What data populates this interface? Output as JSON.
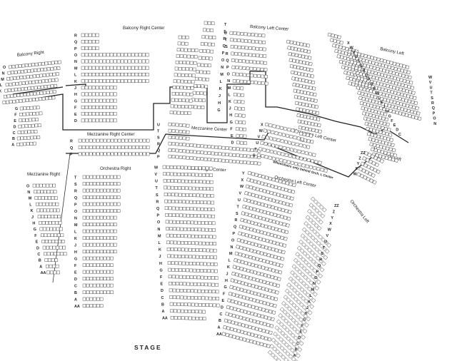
{
  "stage_label": "STAGE",
  "wheelchair_note": "Wheelchairs only behind Orch. L Center",
  "sections": {
    "balcony_right_center": "Balcony Right Center",
    "balcony_left_center": "Balcony Left Center",
    "balcony_right": "Balcony Right",
    "balcony_left": "Balcony Left",
    "mezzanine_right_center": "Mezzanine Right Center",
    "mezzanine_center": "Mezzanine Center",
    "mezzanine_left_center": "Mezzanine Left Center",
    "mezzanine_right": "Mezzanine Right",
    "mezzanine_left": "Mezzanine Left",
    "orchestra_right": "Orchestra Right",
    "orchestra_right_center": "Orchestra Right Center",
    "orchestra_left_center": "Orchestra Left Center",
    "orchestra_left": "Orchestra Left"
  },
  "rows": {
    "balcony_right_center": [
      "R",
      "Q",
      "P",
      "O",
      "N",
      "M",
      "L",
      "K",
      "J",
      "H",
      "G",
      "F",
      "E",
      "D"
    ],
    "balcony_center_narrow": [
      "T",
      "S",
      "R",
      "Q",
      "P",
      "O",
      "N",
      "M",
      "L",
      "K",
      "J",
      "H",
      "G"
    ],
    "balcony_left_center": [
      "U",
      "T",
      "S",
      "R",
      "Q",
      "P",
      "O",
      "N",
      "M",
      "L",
      "K",
      "J",
      "H",
      "G",
      "F",
      "E",
      "D"
    ],
    "balcony_right": [
      "O",
      "N",
      "M",
      "L",
      "K",
      "J",
      "H"
    ],
    "balcony_right_front": [
      "G",
      "F",
      "E",
      "D",
      "C",
      "B",
      "A"
    ],
    "balcony_left": [
      "X",
      "W",
      "V",
      "U",
      "T",
      "S",
      "R",
      "Q",
      "P",
      "O",
      "N",
      "M",
      "L",
      "K",
      "J",
      "H",
      "G",
      "F",
      "E",
      "D",
      "C"
    ],
    "balcony_left_outer": [
      "W",
      "V",
      "U",
      "T",
      "S",
      "R",
      "Q",
      "P",
      "O",
      "N"
    ],
    "mezzanine_right_center": [
      "R",
      "Q",
      "P"
    ],
    "mezzanine_center_right": [
      "U",
      "T",
      "S",
      "R",
      "Q",
      "P"
    ],
    "mezzanine_center_left": [
      "X",
      "W",
      "V",
      "U",
      "T",
      "S"
    ],
    "mezzanine_left": [
      "ZZ",
      "Z",
      "Y",
      "X",
      "W"
    ],
    "mezzanine_right": [
      "O",
      "N",
      "M",
      "L",
      "K",
      "J",
      "H",
      "G",
      "F",
      "E",
      "D",
      "C",
      "B",
      "A",
      "AA"
    ],
    "orchestra_right": [
      "T",
      "S",
      "R",
      "Q",
      "P",
      "O",
      "N",
      "M",
      "L",
      "K",
      "J",
      "H",
      "G",
      "F",
      "E",
      "D",
      "C",
      "B",
      "A",
      "AA"
    ],
    "orchestra_right_center": [
      "W",
      "V",
      "U",
      "T",
      "S",
      "R",
      "Q",
      "P",
      "O",
      "N",
      "M",
      "L",
      "K",
      "J",
      "H",
      "G",
      "F",
      "E",
      "D",
      "C",
      "B",
      "A",
      "AA"
    ],
    "orchestra_left_center": [
      "Y",
      "X",
      "W",
      "V",
      "U",
      "T",
      "S",
      "R",
      "Q",
      "P",
      "O",
      "N",
      "M",
      "L",
      "K",
      "J",
      "H",
      "G",
      "F",
      "E",
      "D",
      "C",
      "B",
      "A",
      "AA"
    ],
    "orchestra_left": [
      "ZZ",
      "Z",
      "Y",
      "X",
      "W",
      "V",
      "U",
      "T",
      "S",
      "R",
      "Q",
      "P",
      "O",
      "N",
      "M",
      "L",
      "K",
      "J",
      "H",
      "G",
      "F",
      "E",
      "D",
      "C",
      "B",
      "A"
    ]
  }
}
